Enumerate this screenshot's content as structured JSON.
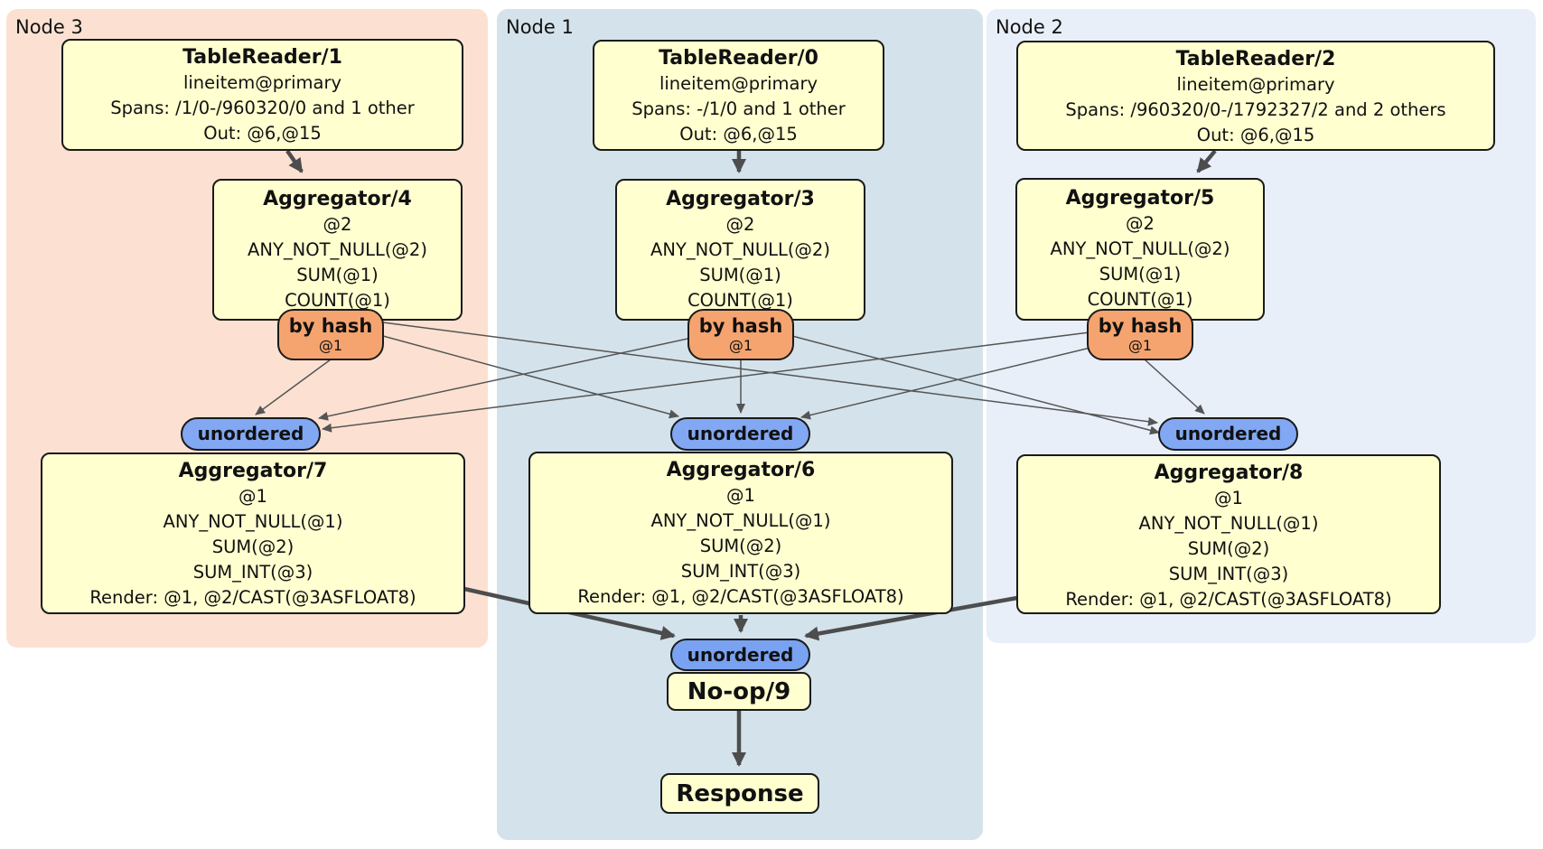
{
  "regions": [
    {
      "label": "Node 3"
    },
    {
      "label": "Node 1"
    },
    {
      "label": "Node 2"
    }
  ],
  "boxes": {
    "tablereader1": {
      "title": "TableReader/1",
      "lines": [
        "lineitem@primary",
        "Spans: /1/0-/960320/0 and 1 other",
        "Out: @6,@15"
      ]
    },
    "tablereader0": {
      "title": "TableReader/0",
      "lines": [
        "lineitem@primary",
        "Spans: -/1/0 and 1 other",
        "Out: @6,@15"
      ]
    },
    "tablereader2": {
      "title": "TableReader/2",
      "lines": [
        "lineitem@primary",
        "Spans: /960320/0-/1792327/2 and 2 others",
        "Out: @6,@15"
      ]
    },
    "aggregator4": {
      "title": "Aggregator/4",
      "lines": [
        "@2",
        "ANY_NOT_NULL(@2)",
        "SUM(@1)",
        "COUNT(@1)"
      ]
    },
    "aggregator3": {
      "title": "Aggregator/3",
      "lines": [
        "@2",
        "ANY_NOT_NULL(@2)",
        "SUM(@1)",
        "COUNT(@1)"
      ]
    },
    "aggregator5": {
      "title": "Aggregator/5",
      "lines": [
        "@2",
        "ANY_NOT_NULL(@2)",
        "SUM(@1)",
        "COUNT(@1)"
      ]
    },
    "aggregator7": {
      "title": "Aggregator/7",
      "lines": [
        "@1",
        "ANY_NOT_NULL(@1)",
        "SUM(@2)",
        "SUM_INT(@3)",
        "Render: @1, @2/CAST(@3ASFLOAT8)"
      ]
    },
    "aggregator6": {
      "title": "Aggregator/6",
      "lines": [
        "@1",
        "ANY_NOT_NULL(@1)",
        "SUM(@2)",
        "SUM_INT(@3)",
        "Render: @1, @2/CAST(@3ASFLOAT8)"
      ]
    },
    "aggregator8": {
      "title": "Aggregator/8",
      "lines": [
        "@1",
        "ANY_NOT_NULL(@1)",
        "SUM(@2)",
        "SUM_INT(@3)",
        "Render: @1, @2/CAST(@3ASFLOAT8)"
      ]
    },
    "noop9": {
      "title": "No-op/9"
    },
    "response": {
      "title": "Response"
    }
  },
  "router": {
    "label": "by hash",
    "sublabel": "@1"
  },
  "sync": {
    "label": "unordered"
  },
  "edges": [
    [
      "TableReader/1",
      "Aggregator/4"
    ],
    [
      "TableReader/0",
      "Aggregator/3"
    ],
    [
      "TableReader/2",
      "Aggregator/5"
    ],
    [
      "Aggregator/4:by hash",
      "unordered:Node3"
    ],
    [
      "Aggregator/4:by hash",
      "unordered:Node1"
    ],
    [
      "Aggregator/4:by hash",
      "unordered:Node2"
    ],
    [
      "Aggregator/3:by hash",
      "unordered:Node3"
    ],
    [
      "Aggregator/3:by hash",
      "unordered:Node1"
    ],
    [
      "Aggregator/3:by hash",
      "unordered:Node2"
    ],
    [
      "Aggregator/5:by hash",
      "unordered:Node3"
    ],
    [
      "Aggregator/5:by hash",
      "unordered:Node1"
    ],
    [
      "Aggregator/5:by hash",
      "unordered:Node2"
    ],
    [
      "unordered:Node3",
      "Aggregator/7"
    ],
    [
      "unordered:Node1",
      "Aggregator/6"
    ],
    [
      "unordered:Node2",
      "Aggregator/8"
    ],
    [
      "Aggregator/7",
      "unordered:final"
    ],
    [
      "Aggregator/6",
      "unordered:final"
    ],
    [
      "Aggregator/8",
      "unordered:final"
    ],
    [
      "unordered:final",
      "No-op/9"
    ],
    [
      "No-op/9",
      "Response"
    ]
  ],
  "colors": {
    "node3_bg": "#fce1d2",
    "node1_bg": "#d4e2eb",
    "node2_bg": "#e9eff9",
    "box_fill": "#ffffd0",
    "box_border": "#1a1a1a",
    "router_fill": "#f5a46f",
    "sync_fill": "#82a8f3",
    "sync_final_fill": "#79a2f1",
    "edge_thin": "#555555",
    "edge_heavy": "#4d4d4d"
  }
}
